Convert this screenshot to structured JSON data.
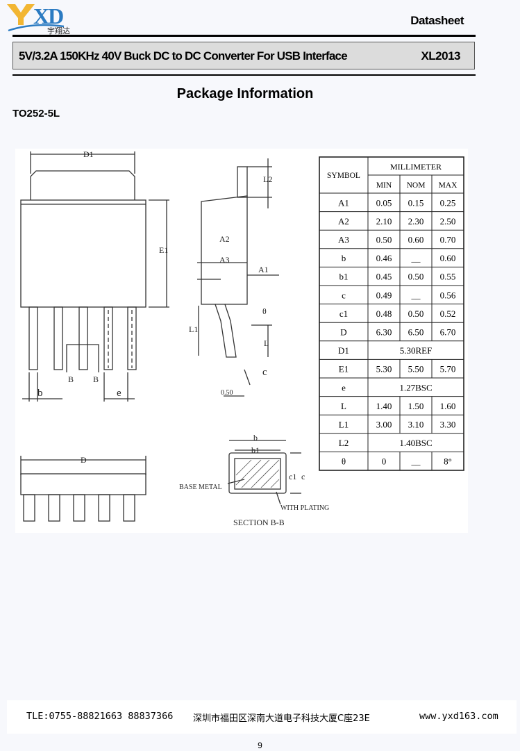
{
  "header": {
    "logo_text": "YXD",
    "logo_sub": "宇翔达",
    "doc_type": "Datasheet",
    "title": "5V/3.2A 150KHz 40V Buck DC to DC Converter For USB Interface",
    "part_number": "XL2013"
  },
  "section_title": "Package Information",
  "package_name": "TO252-5L",
  "drawing_labels": {
    "D1": "D1",
    "E1": "E1",
    "L2": "L2",
    "A2": "A2",
    "A3": "A3",
    "A1": "A1",
    "theta": "θ",
    "L1": "L1",
    "L": "L",
    "c": "c",
    "dim_050": "0.50",
    "b": "b",
    "e": "e",
    "B": "B",
    "D": "D",
    "b1": "b1",
    "c1": "c1",
    "base_metal": "BASE METAL",
    "with_plating": "WITH PLATING",
    "section": "SECTION B-B"
  },
  "dim_table": {
    "symbol_header": "SYMBOL",
    "unit_header": "MILLIMETER",
    "col_headers": [
      "MIN",
      "NOM",
      "MAX"
    ],
    "rows": [
      {
        "symbol": "A1",
        "min": "0.05",
        "nom": "0.15",
        "max": "0.25"
      },
      {
        "symbol": "A2",
        "min": "2.10",
        "nom": "2.30",
        "max": "2.50"
      },
      {
        "symbol": "A3",
        "min": "0.50",
        "nom": "0.60",
        "max": "0.70"
      },
      {
        "symbol": "b",
        "min": "0.46",
        "nom": "__",
        "max": "0.60"
      },
      {
        "symbol": "b1",
        "min": "0.45",
        "nom": "0.50",
        "max": "0.55"
      },
      {
        "symbol": "c",
        "min": "0.49",
        "nom": "__",
        "max": "0.56"
      },
      {
        "symbol": "c1",
        "min": "0.48",
        "nom": "0.50",
        "max": "0.52"
      },
      {
        "symbol": "D",
        "min": "6.30",
        "nom": "6.50",
        "max": "6.70"
      },
      {
        "symbol": "D1",
        "span": "5.30REF"
      },
      {
        "symbol": "E1",
        "min": "5.30",
        "nom": "5.50",
        "max": "5.70"
      },
      {
        "symbol": "e",
        "span": "1.27BSC"
      },
      {
        "symbol": "L",
        "min": "1.40",
        "nom": "1.50",
        "max": "1.60"
      },
      {
        "symbol": "L1",
        "min": "3.00",
        "nom": "3.10",
        "max": "3.30"
      },
      {
        "symbol": "L2",
        "span": "1.40BSC"
      },
      {
        "symbol": "θ",
        "min": "0",
        "nom": "__",
        "max": "8°"
      }
    ]
  },
  "footer": {
    "tel": "TLE:0755-88821663  88837366",
    "address": "深圳市福田区深南大道电子科技大厦C座23E",
    "website": "www.yxd163.com"
  },
  "page_number": "9",
  "colors": {
    "logo_yellow": "#f2b632",
    "logo_blue": "#2b7bc2",
    "title_bar": "#dcdcdc"
  }
}
